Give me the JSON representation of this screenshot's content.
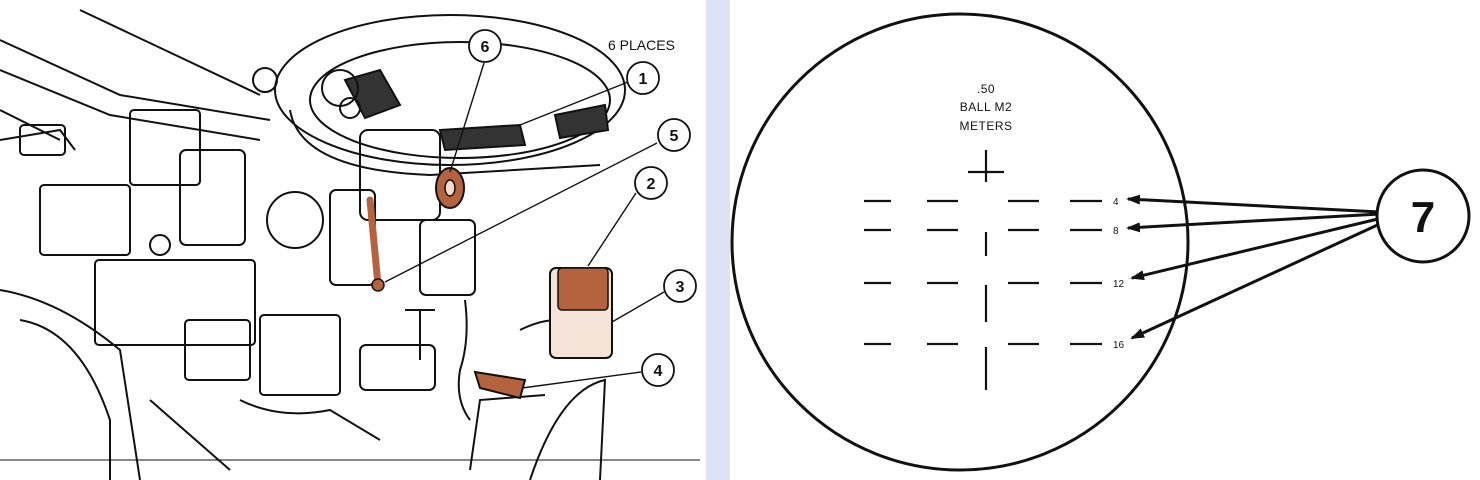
{
  "left_diagram": {
    "note": "6 PLACES",
    "callouts": [
      "1",
      "2",
      "3",
      "4",
      "5",
      "6"
    ]
  },
  "right_diagram": {
    "reticle_lines": [
      ".50",
      "BALL M2",
      "METERS"
    ],
    "range_marks": [
      "4",
      "8",
      "12",
      "16"
    ],
    "callout": "7"
  },
  "colors": {
    "highlight": "#b5633e",
    "ink": "#111111",
    "divider": "#dde3f4"
  }
}
